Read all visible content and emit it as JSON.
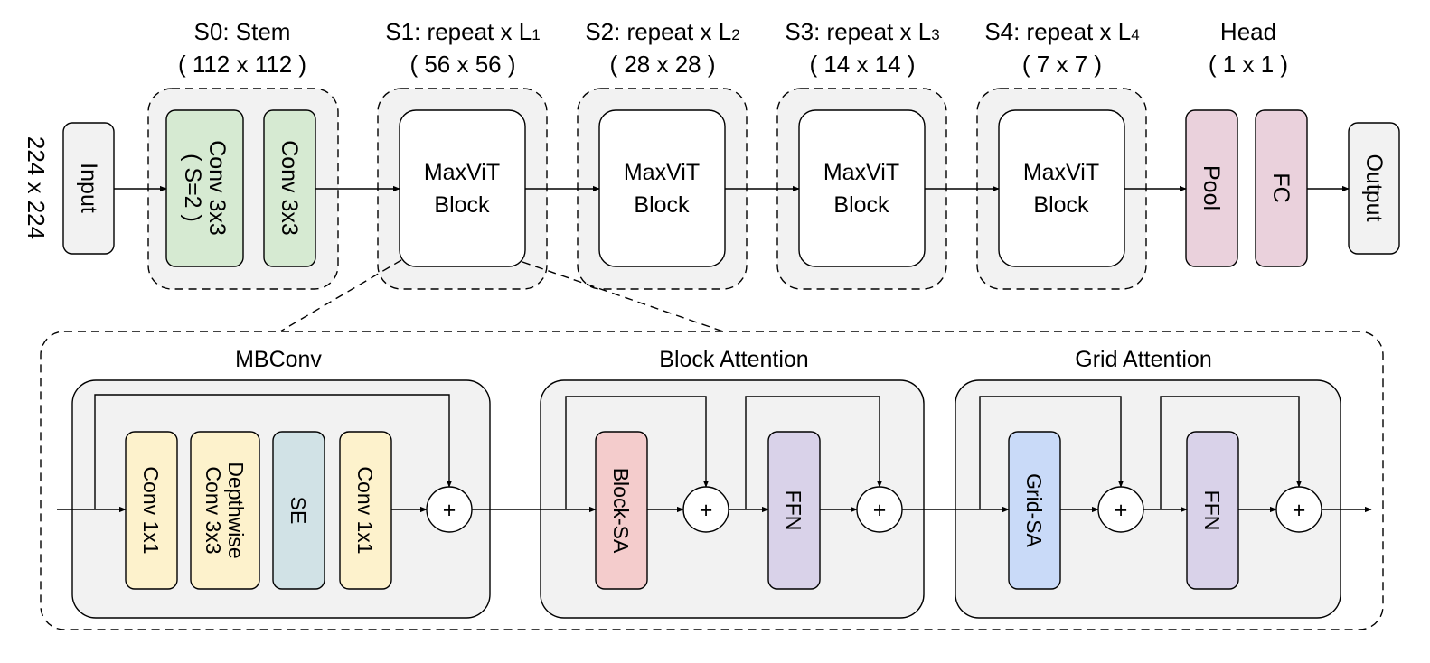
{
  "input_size": "224 x 224",
  "input_label": "Input",
  "output_label": "Output",
  "stages": {
    "s0": {
      "title": "S0: Stem",
      "size": "( 112 x 112 )",
      "conv1_line1": "Conv 3x3",
      "conv1_line2": "( S=2 )",
      "conv2": "Conv 3x3"
    },
    "s1": {
      "title": "S1: repeat x L",
      "sub": "1",
      "size": "( 56 x 56 )"
    },
    "s2": {
      "title": "S2: repeat x L",
      "sub": "2",
      "size": "( 28 x 28 )"
    },
    "s3": {
      "title": "S3: repeat x L",
      "sub": "3",
      "size": "( 14 x 14 )"
    },
    "s4": {
      "title": "S4: repeat x L",
      "sub": "4",
      "size": "( 7 x 7 )"
    },
    "head": {
      "title": "Head",
      "size": "( 1 x 1 )",
      "pool": "Pool",
      "fc": "FC"
    }
  },
  "maxvit_block": {
    "line1": "MaxViT",
    "line2": "Block"
  },
  "mbconv": {
    "title": "MBConv",
    "conv_in": "Conv 1x1",
    "depthwise_line1": "Depthwise",
    "depthwise_line2": "Conv 3x3",
    "se": "SE",
    "conv_out": "Conv 1x1"
  },
  "block_attention": {
    "title": "Block Attention",
    "sa": "Block-SA",
    "ffn": "FFN"
  },
  "grid_attention": {
    "title": "Grid Attention",
    "sa": "Grid-SA",
    "ffn": "FFN"
  },
  "plus_symbol": "+",
  "colors": {
    "stage_bg": "#f2f2f2",
    "stem_green": "#d6ead2",
    "head_pink": "#ead1dc",
    "conv_yellow": "#fdf2cc",
    "se_blue": "#d1e2e6",
    "block_sa_red": "#f4cccc",
    "ffn_purple": "#d9d2e9",
    "grid_sa_blue": "#c9daf8"
  }
}
